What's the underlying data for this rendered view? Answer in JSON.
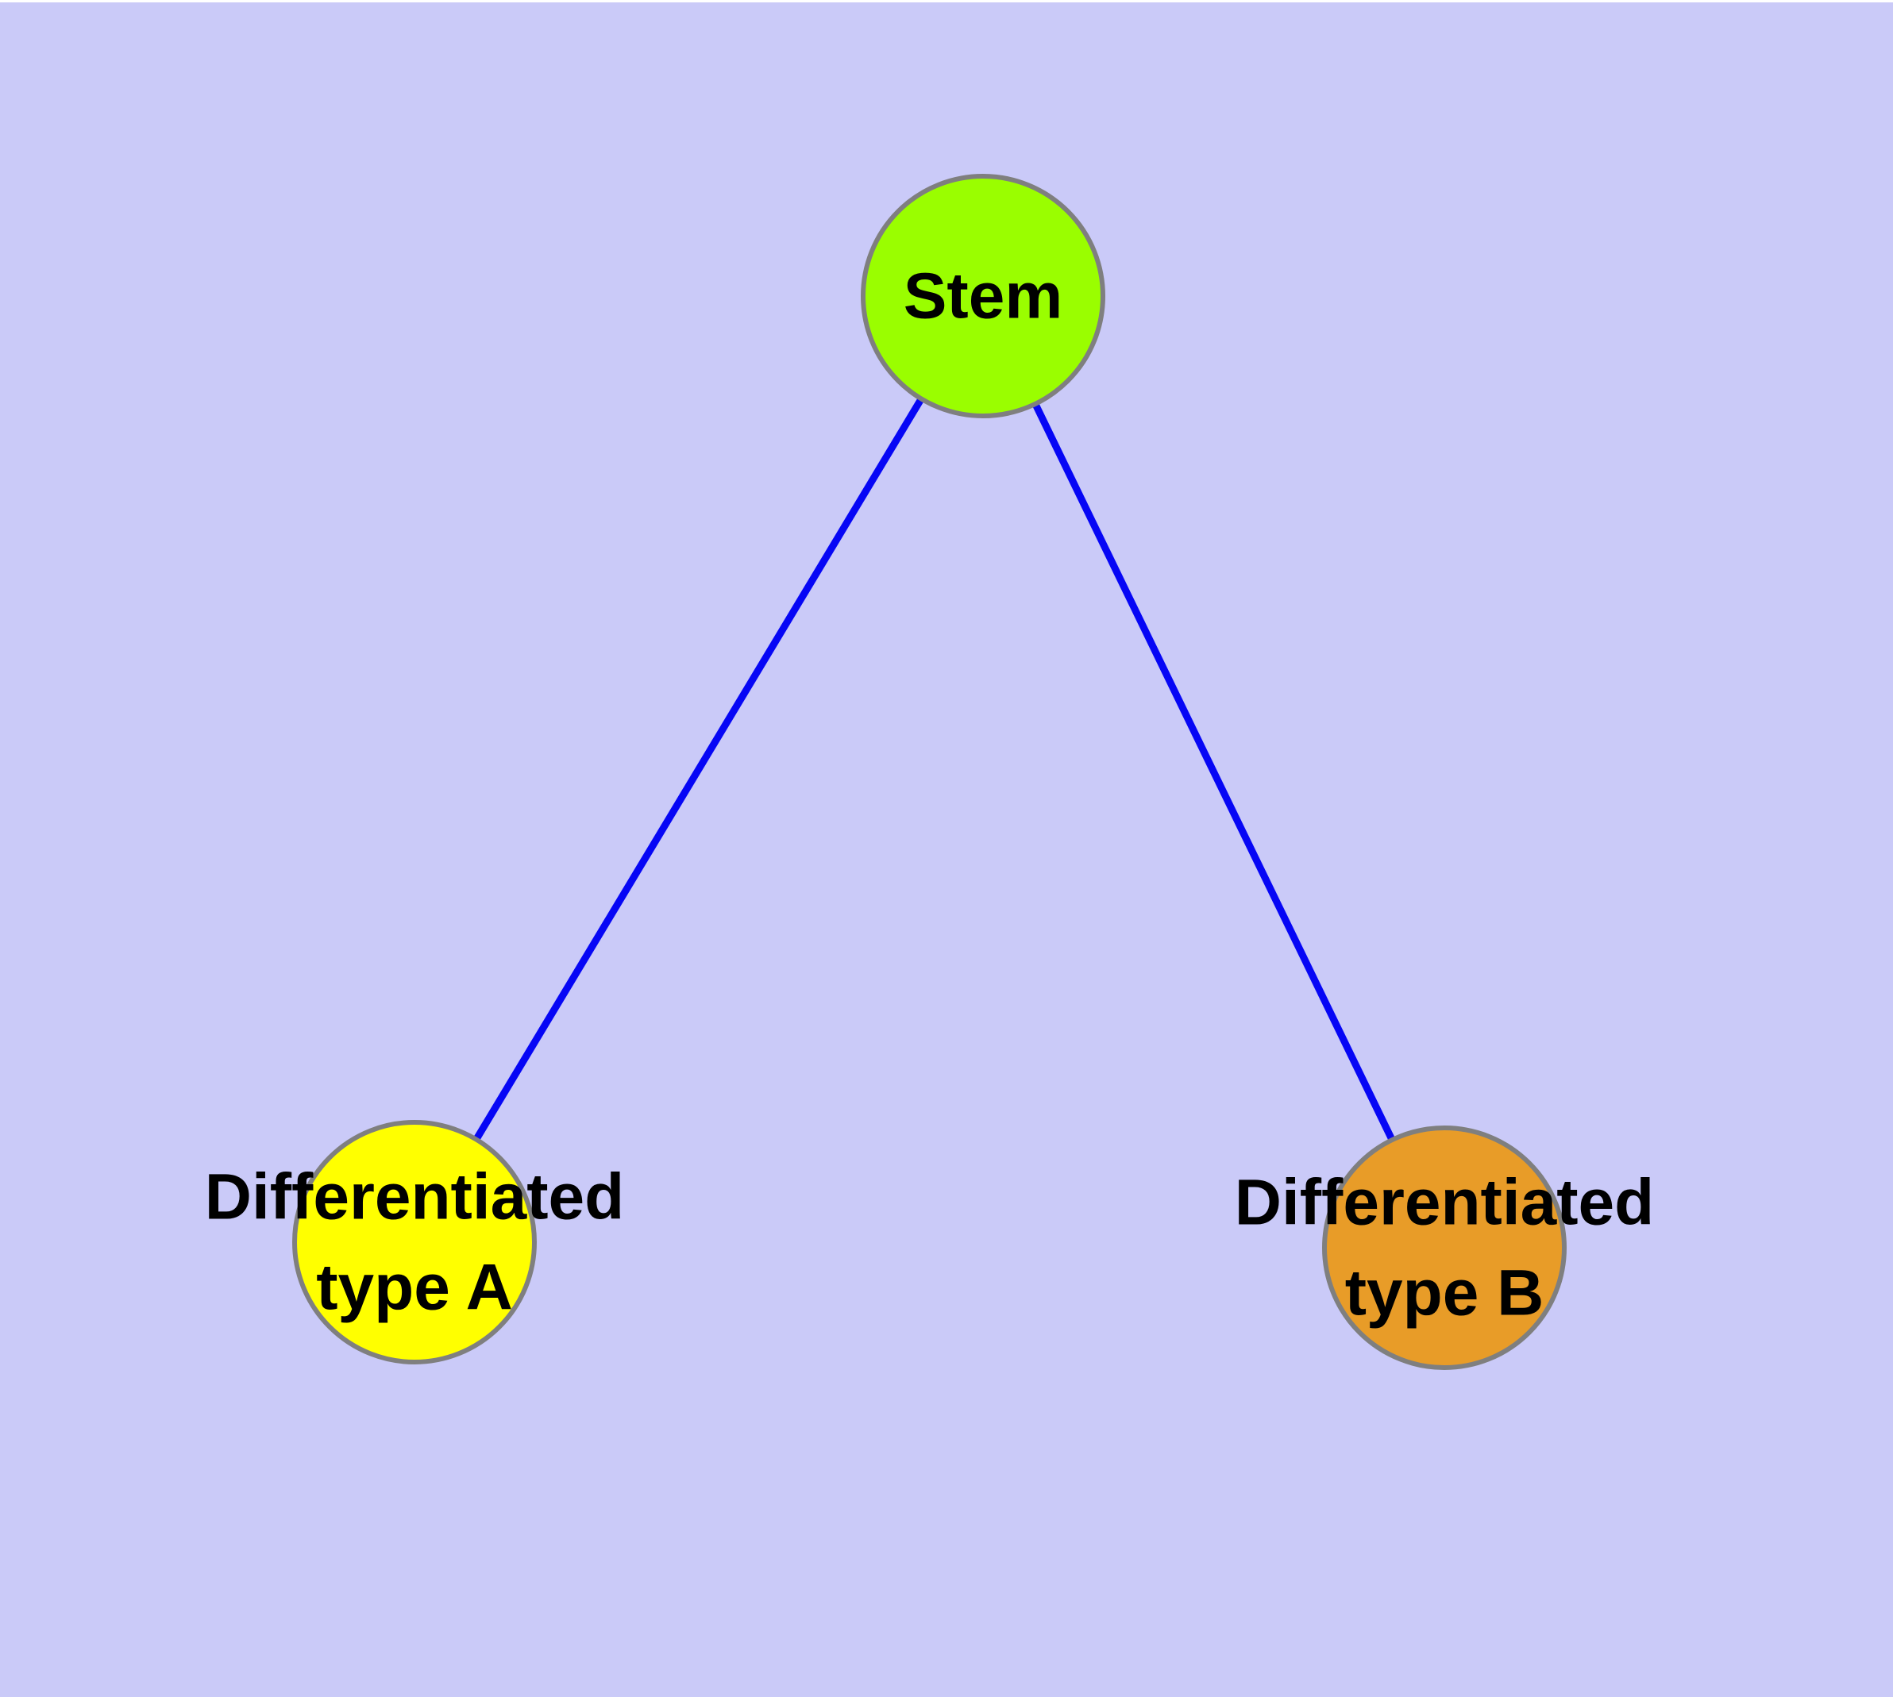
{
  "diagram": {
    "type": "node-link-graph",
    "background_color": "#CACAF8",
    "top_strip_color": "#FFFFFF",
    "node_border_color": "#7F7F7F",
    "edge_color": "#0606F5",
    "label_color": "#000000",
    "nodes": [
      {
        "id": "stem",
        "label": "Stem",
        "lines": [
          "Stem"
        ],
        "color": "#9AFE00"
      },
      {
        "id": "differentiated-type-a",
        "label": "Differentiated type A",
        "lines": [
          "Differentiated",
          "type A"
        ],
        "color": "#FFFF00"
      },
      {
        "id": "differentiated-type-b",
        "label": "Differentiated type B",
        "lines": [
          "Differentiated",
          "type B"
        ],
        "color": "#E89C28"
      }
    ],
    "edges": [
      {
        "from": "stem",
        "to": "differentiated-type-a"
      },
      {
        "from": "stem",
        "to": "differentiated-type-b"
      }
    ]
  }
}
